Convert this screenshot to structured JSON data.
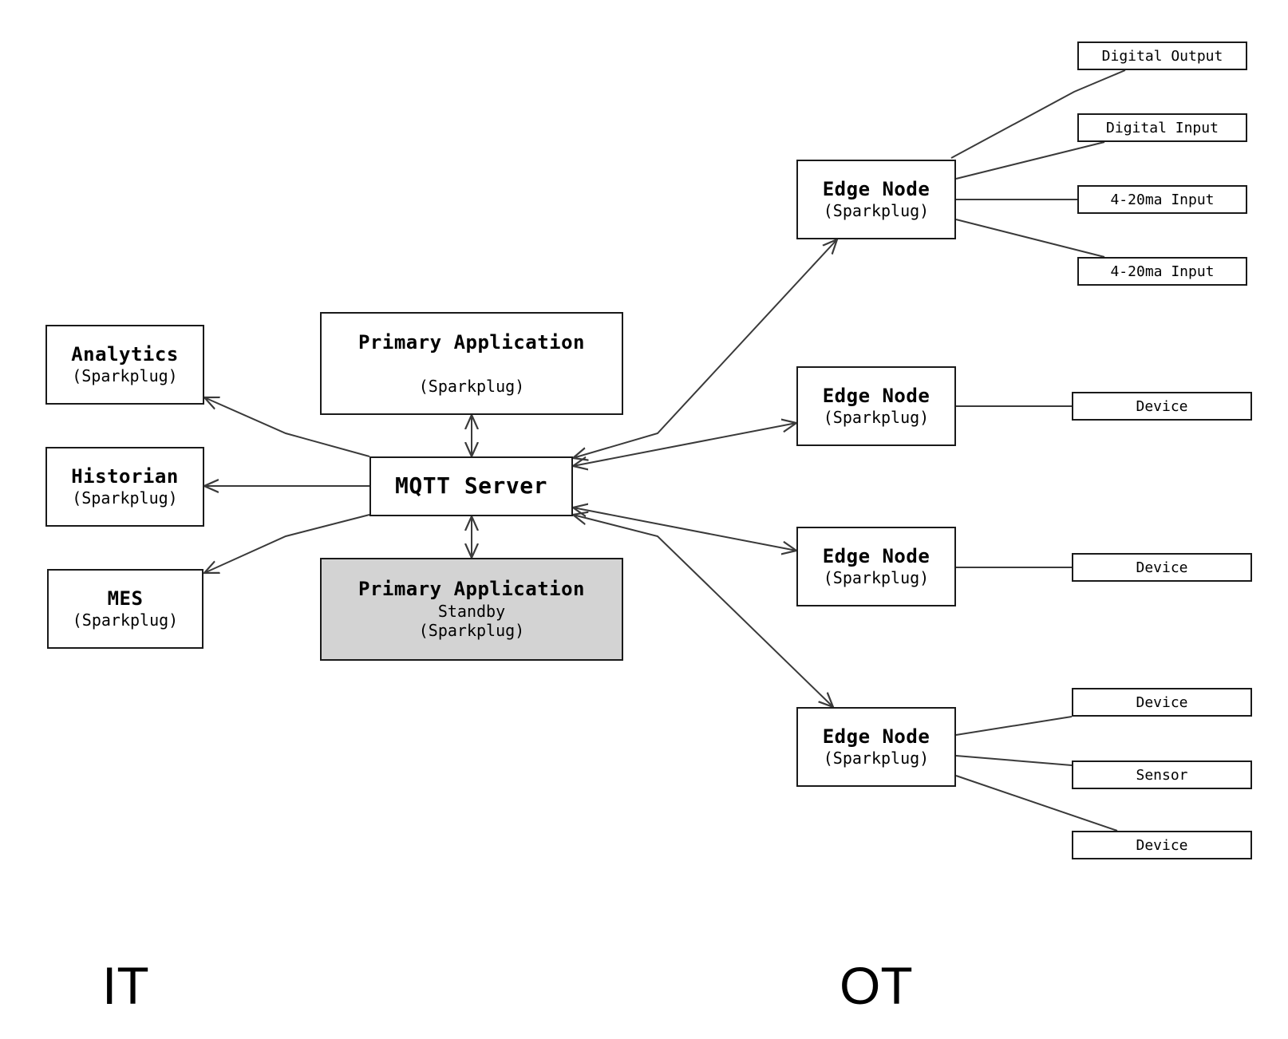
{
  "nodes": {
    "analytics": {
      "title": "Analytics",
      "sub": "(Sparkplug)"
    },
    "historian": {
      "title": "Historian",
      "sub": "(Sparkplug)"
    },
    "mes": {
      "title": "MES",
      "sub": "(Sparkplug)"
    },
    "primary_app": {
      "title": "Primary Application",
      "sub": "(Sparkplug)"
    },
    "mqtt_server": {
      "title": "MQTT Server"
    },
    "primary_standby": {
      "title": "Primary Application",
      "line2": "Standby",
      "sub": "(Sparkplug)"
    },
    "edge_nodes": [
      {
        "title": "Edge Node",
        "sub": "(Sparkplug)"
      },
      {
        "title": "Edge Node",
        "sub": "(Sparkplug)"
      },
      {
        "title": "Edge Node",
        "sub": "(Sparkplug)"
      },
      {
        "title": "Edge Node",
        "sub": "(Sparkplug)"
      }
    ]
  },
  "leaves": {
    "edge1": [
      "Digital Output",
      "Digital Input",
      "4-20ma Input",
      "4-20ma Input"
    ],
    "edge2": [
      "Device"
    ],
    "edge3": [
      "Device"
    ],
    "edge4": [
      "Device",
      "Sensor",
      "Device"
    ]
  },
  "regions": {
    "it": "IT",
    "ot": "OT"
  },
  "colors": {
    "line": "#3a3a3a",
    "border": "#1a1a1a",
    "standby_fill": "#d3d3d3"
  }
}
